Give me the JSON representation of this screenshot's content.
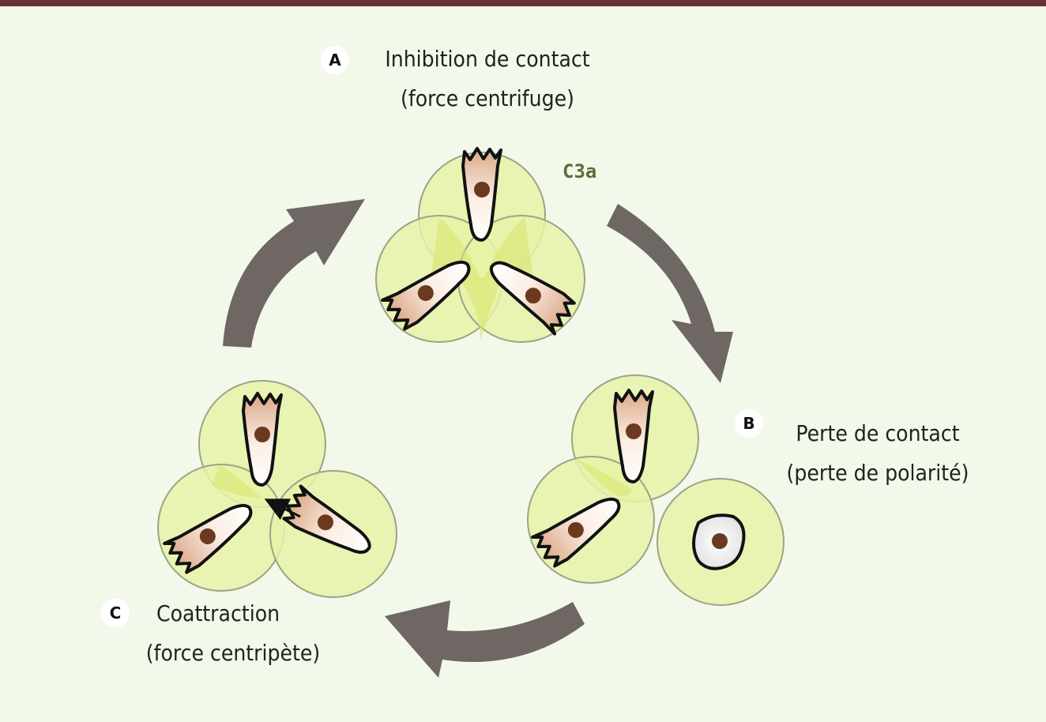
{
  "colors": {
    "background": "#f2f9ea",
    "top_bar": "#6b2f38",
    "circle_fill": "#e7f2a8",
    "circle_stroke": "#9aa487",
    "overlap_fill": "#d6e36a",
    "arrow": "#6e6763",
    "cell_gradient_from": "#ffffff",
    "cell_gradient_to": "#dba786",
    "nucleus": "#6b3a1e",
    "c3a_text": "#5c6b3c"
  },
  "diagram": {
    "stage_a": {
      "badge": "A",
      "title": "Inhibition de contact",
      "subtitle": "(force centrifuge)",
      "molecule_label": "C3a"
    },
    "stage_b": {
      "badge": "B",
      "title": "Perte de contact",
      "subtitle": "(perte de polarité)"
    },
    "stage_c": {
      "badge": "C",
      "title": "Coattraction",
      "subtitle": "(force centripète)"
    }
  }
}
